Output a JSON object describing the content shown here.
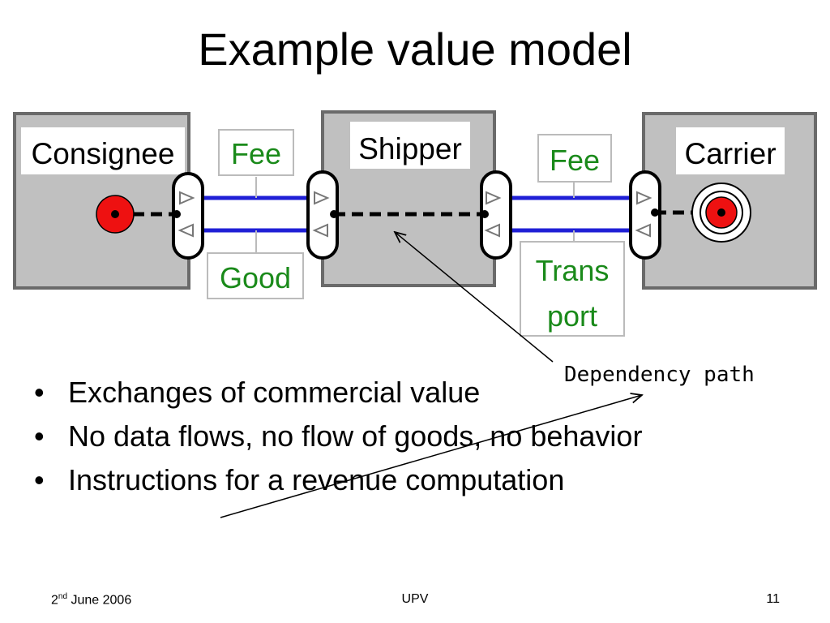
{
  "slide": {
    "title": "Example value model",
    "diagram": {
      "actors": {
        "consignee": "Consignee",
        "shipper": "Shipper",
        "carrier": "Carrier"
      },
      "transfers": {
        "fee_left": "Fee",
        "good": "Good",
        "fee_right": "Fee",
        "transport_line1": "Trans",
        "transport_line2": "port"
      },
      "annotation": "Dependency path",
      "colors": {
        "actor_fill": "#c0c0c0",
        "actor_border": "#6a6a6a",
        "label_green": "#1a8a1a",
        "exchange_blue": "#1f1fd6",
        "start_red": "#ee1111"
      }
    },
    "bullets": [
      "Exchanges of commercial value",
      "No data flows, no flow of goods, no behavior",
      "Instructions for a revenue computation"
    ],
    "footer": {
      "date_day": "2",
      "date_suffix": "nd",
      "date_rest": " June 2006",
      "center": "UPV",
      "page": "11"
    }
  }
}
